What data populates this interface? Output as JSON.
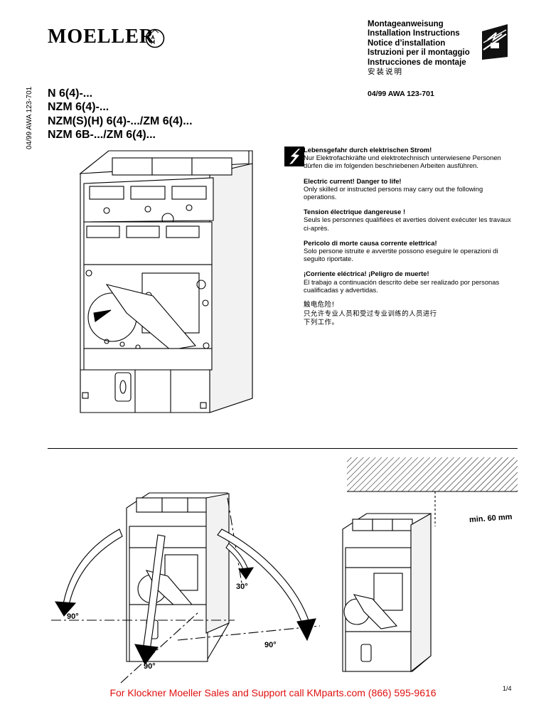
{
  "header": {
    "brand": "MOELLER",
    "instructions": [
      "Montageanweisung",
      "Installation Instructions",
      "Notice d’installation",
      "Istruzioni per il montaggio",
      "Instrucciones de montaje"
    ],
    "instructions_cn": "安装说明",
    "side_code": "04/99 AWA 123-701"
  },
  "products": [
    "N 6(4)-...",
    "NZM 6(4)-...",
    "NZM(S)(H) 6(4)-.../ZM 6(4)...",
    "NZM 6B-.../ZM 6(4)..."
  ],
  "doc_ref": "04/99 AWA 123-701",
  "warnings": [
    {
      "title": "Lebensgefahr durch elektrischen Strom!",
      "text": "Nur Elektrofachkräfte und elektrotechnisch unterwiesene Personen dürfen die im folgenden beschriebenen Arbeiten ausführen."
    },
    {
      "title": "Electric current! Danger to life!",
      "text": "Only skilled or instructed persons may carry out the following operations."
    },
    {
      "title": "Tension électrique dangereuse !",
      "text": "Seuls les personnes qualifiées et averties doivent exécuter les travaux ci-après."
    },
    {
      "title": "Pericolo di morte causa corrente elettrica!",
      "text": "Solo persone istruite e avvertite possono eseguire le operazioni di seguito riportate."
    },
    {
      "title": "¡Corriente eléctrica! ¡Peligro de muerte!",
      "text": "El trabajo a continuación descrito debe ser realizado por personas cualificadas y advertidas."
    }
  ],
  "warning_cn": {
    "line1": "触电危险!",
    "line2": "只允许专业人员和受过专业训练的人员进行",
    "line3": "下列工作。"
  },
  "diagram": {
    "angle_left": "90°",
    "angle_bottom": "90°",
    "angle_right": "90°",
    "angle_small": "30°",
    "clearance": "min. 60 mm"
  },
  "footer": {
    "text": "For Klockner Moeller Sales and Support call KMparts.com (866) 595-9616",
    "page": "1/4",
    "color": "#e01010"
  }
}
